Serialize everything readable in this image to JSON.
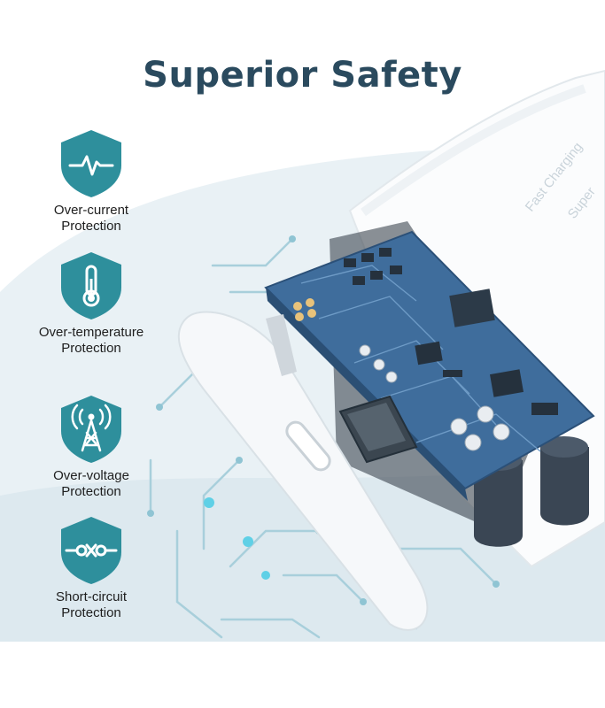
{
  "title": "Superior Safety",
  "features": [
    {
      "icon": "pulse-icon",
      "line1": "Over-current",
      "line2": "Protection"
    },
    {
      "icon": "thermometer-icon",
      "line1": "Over-temperature",
      "line2": "Protection"
    },
    {
      "icon": "signal-tower-icon",
      "line1": "Over-voltage",
      "line2": "Protection"
    },
    {
      "icon": "circuit-icon",
      "line1": "Short-circuit",
      "line2": "Protection"
    }
  ],
  "charger_print": {
    "line1": "Super",
    "line2": "Fast Charging"
  },
  "colors": {
    "title": "#2a4a5e",
    "shield": "#2e8f9c",
    "board": "#3f6d9c",
    "trace": "#a8cfdb",
    "capacitor": "#3a4654"
  }
}
